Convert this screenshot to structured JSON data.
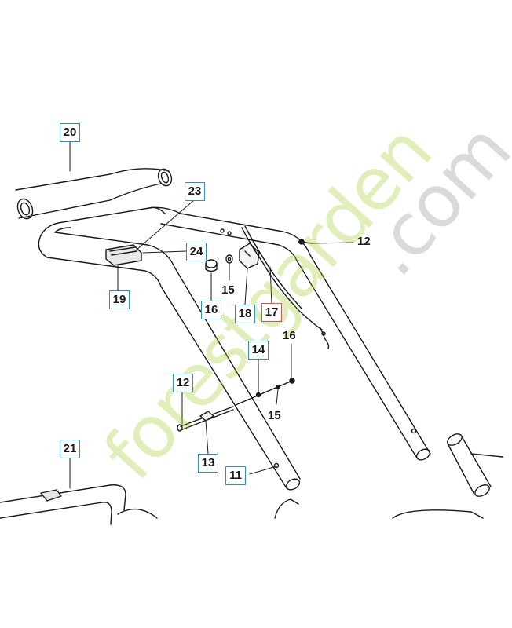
{
  "diagram": {
    "parts": {
      "p11": "11",
      "p12a": "12",
      "p12b": "12",
      "p13": "13",
      "p14": "14",
      "p15a": "15",
      "p15b": "15",
      "p16a": "16",
      "p16b": "16",
      "p17": "17",
      "p18": "18",
      "p19": "19",
      "p20": "20",
      "p21": "21",
      "p23": "23",
      "p24": "24"
    },
    "colors": {
      "callout_border": "#2f8fc0",
      "highlight_border": "#d9534f",
      "line": "#1a1a1a"
    }
  },
  "watermark": {
    "green_text": "forestgarden",
    "gray_text": ".com"
  }
}
